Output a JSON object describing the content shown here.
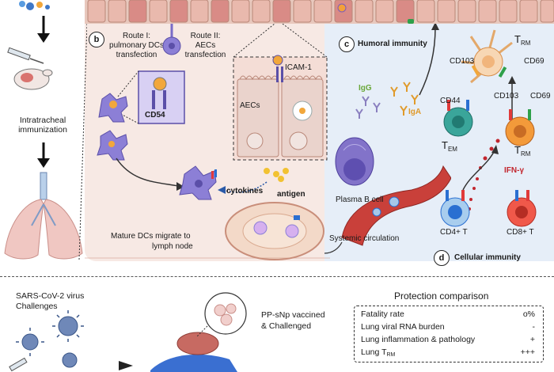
{
  "left_column": {
    "step_label": "Intratracheal immunization"
  },
  "panel_b": {
    "badge": "b",
    "route1": "Route I: pulmonary DCs transfection",
    "route1_line1": "Route I:",
    "route1_line2": "pulmonary DCs",
    "route1_line3": "transfection",
    "route2_line1": "Route II:",
    "route2_line2": "AECs",
    "route2_line3": "transfection",
    "cd54": "CD54",
    "icam": "ICAM-1",
    "aecs": "AECs",
    "cytokines": "cytokines",
    "antigen": "antigen",
    "migrate_line1": "Mature DCs migrate to",
    "migrate_line2": "lymph node"
  },
  "panel_c": {
    "badge": "c",
    "title": "Humoral immunity",
    "igg": "IgG",
    "iga": "IgA",
    "plasma": "Plasma B cell",
    "systemic": "Systemic circulation"
  },
  "panel_d": {
    "badge": "d",
    "title": "Cellular immunity",
    "cd103_a": "CD103",
    "cd69_a": "CD69",
    "trm_a": "T",
    "trm_a_sub": "RM",
    "cd44": "CD44",
    "tem": "T",
    "tem_sub": "EM",
    "cd103_b": "CD103",
    "cd69_b": "CD69",
    "trm_b": "T",
    "trm_b_sub": "RM",
    "ifn": "IFN-γ",
    "cd4": "CD4+ T",
    "cd8": "CD8+ T"
  },
  "bottom": {
    "virus_line1": "SARS-CoV-2 virus",
    "virus_line2": "Challenges",
    "vaccined_line1": "PP-sNp vaccined",
    "vaccined_line2": "& Challenged",
    "protection_title": "Protection comparison",
    "rows": [
      {
        "label": "Fatality rate",
        "value": "o%"
      },
      {
        "label": "Lung viral RNA burden",
        "value": "-"
      },
      {
        "label": "Lung inflammation & pathology",
        "value": "+"
      },
      {
        "label": "Lung T",
        "label_sub": "RM",
        "value": "+++"
      }
    ]
  },
  "colors": {
    "panel_b_bg": "#f7e9e4",
    "panel_cd_bg": "#e6eef8",
    "dc_purple": "#8c7fd6",
    "epithelium": "#e8c8bd"
  }
}
